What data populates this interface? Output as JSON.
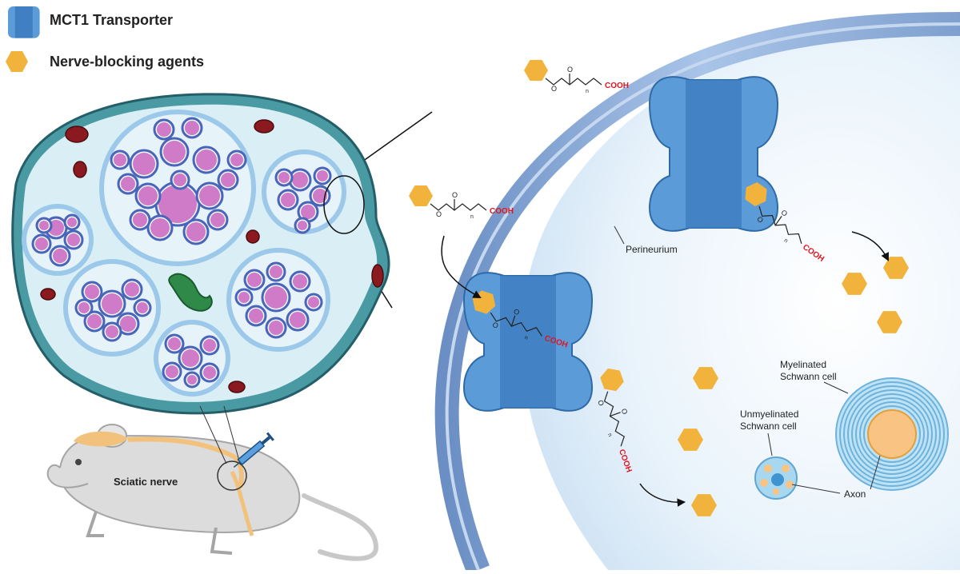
{
  "legend": {
    "transporter_label": "MCT1 Transporter",
    "agent_label": "Nerve-blocking agents"
  },
  "labels": {
    "perineurium": "Perineurium",
    "sciatic_nerve": "Sciatic nerve",
    "myelinated_line1": "Myelinated",
    "myelinated_line2": "Schwann cell",
    "unmyelinated_line1": "Unmyelinated",
    "unmyelinated_line2": "Schwann cell",
    "axon": "Axon"
  },
  "molecule": {
    "acid_group": "COOH",
    "subscript": "n",
    "oxygen": "O"
  },
  "colors": {
    "agent": "#f2b33d",
    "transporter": "#5b9bd8",
    "transporter_dark": "#3f7fc2",
    "epineurium": "#4a9aa3",
    "fascicle_bg": "#d9eef5",
    "perineurium_ring": "#9cc8ea",
    "axon_fill": "#d07bc8",
    "myelin": "#4a64b8",
    "vessel": "#8a1a1f",
    "cooh": "#e0141e"
  }
}
